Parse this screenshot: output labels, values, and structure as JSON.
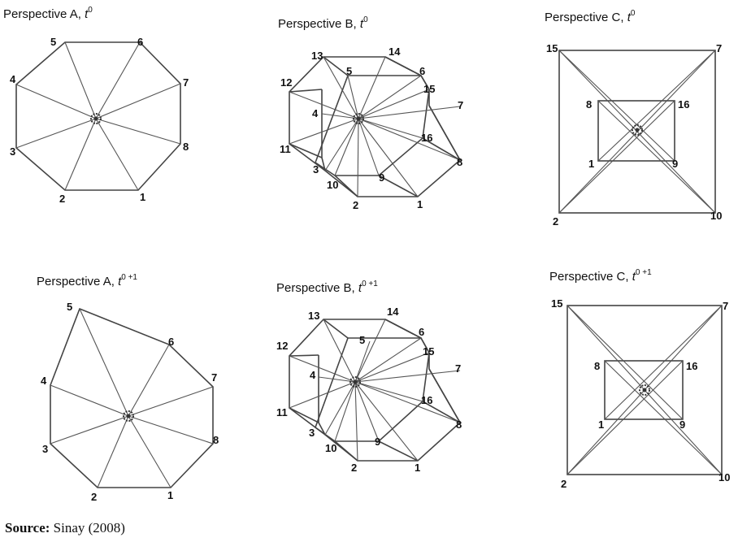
{
  "panels": [
    {
      "title": "Perspective A, ",
      "time": "t",
      "sup": "0"
    },
    {
      "title": "Perspective B, ",
      "time": "t",
      "sup": "0"
    },
    {
      "title": "Perspective C, ",
      "time": "t",
      "sup": "0"
    },
    {
      "title": "Perspective A, ",
      "time": "t",
      "sup": "0 +1"
    },
    {
      "title": "Perspective B, ",
      "time": "t",
      "sup": "0 +1"
    },
    {
      "title": "Perspective C, ",
      "time": "t",
      "sup": "0 +1"
    }
  ],
  "source": {
    "label": "Source:",
    "text": " Sinay (2008)"
  }
}
